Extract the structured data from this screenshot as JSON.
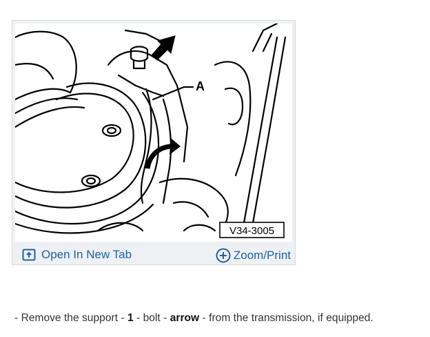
{
  "figure": {
    "label_a": "A",
    "reference_code": "V34-3005"
  },
  "footer": {
    "open_tab_label": "Open In New Tab",
    "zoom_print_label": "Zoom/Print"
  },
  "instruction": {
    "bullet": "-",
    "text_1": "Remove the support -",
    "num_1": "1",
    "text_2": "- bolt -",
    "emphasis": "arrow",
    "text_3": "- from the transmission, if equipped."
  },
  "colors": {
    "link": "#1f5fa5",
    "footer_bg": "#eef1f4",
    "text": "#333333"
  }
}
